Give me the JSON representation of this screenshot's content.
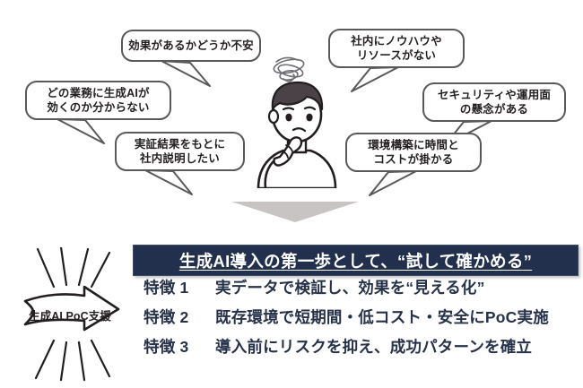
{
  "top_section": {
    "bubbles": [
      {
        "id": "effect-anxiety",
        "text": "効果があるかどうか不安"
      },
      {
        "id": "which-task",
        "text": "どの業務に生成AIが\n効くのか分からない"
      },
      {
        "id": "internal-explain",
        "text": "実証結果をもとに\n社内説明したい"
      },
      {
        "id": "no-knowhow",
        "text": "社内にノウハウや\nリソースがない"
      },
      {
        "id": "security-ops",
        "text": "セキュリティや運用面\nの懸念がある"
      },
      {
        "id": "time-cost",
        "text": "環境構築に時間と\nコストが掛かる"
      }
    ],
    "person": {
      "alt": "worried-person-illustration",
      "hair_color": "#4a4246",
      "skin_color": "#ffffff",
      "outline_color": "#231f20"
    },
    "transition_arrow": {
      "direction": "down",
      "color": "#c9c4c4"
    }
  },
  "bottom_section": {
    "burst": {
      "caption": "生成AI PoC支援",
      "arrow_direction": "right",
      "line_color": "#231f20"
    },
    "banner": {
      "text": "生成AI導入の第一歩として、“試して確かめる”",
      "background": "#22304d",
      "text_color": "#ffffff"
    },
    "features": [
      {
        "label": "特徴 1",
        "desc": "実データで検証し、効果を“見える化”"
      },
      {
        "label": "特徴 2",
        "desc": "既存環境で短期間・低コスト・安全にPoC実施"
      },
      {
        "label": "特徴 3",
        "desc": "導入前にリスクを抑え、成功パターンを確立"
      }
    ],
    "text_color": "#27324a"
  }
}
